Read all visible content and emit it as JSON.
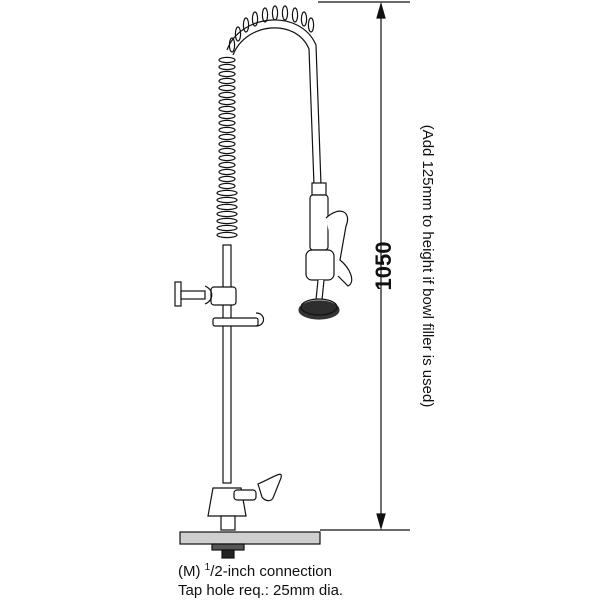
{
  "dimension": {
    "height_label": "1050",
    "height_note": "(Add 125mm to height if bowl filler is used)"
  },
  "connection_note": {
    "prefix": "(M) ",
    "fraction_numerator": "1",
    "fraction_rest": "/2-inch connection"
  },
  "tap_hole_note": "Tap hole req.: 25mm dia.",
  "colors": {
    "line": "#111111",
    "fill_light": "#d9d9d9",
    "counter_fill": "#cfcfcf"
  }
}
